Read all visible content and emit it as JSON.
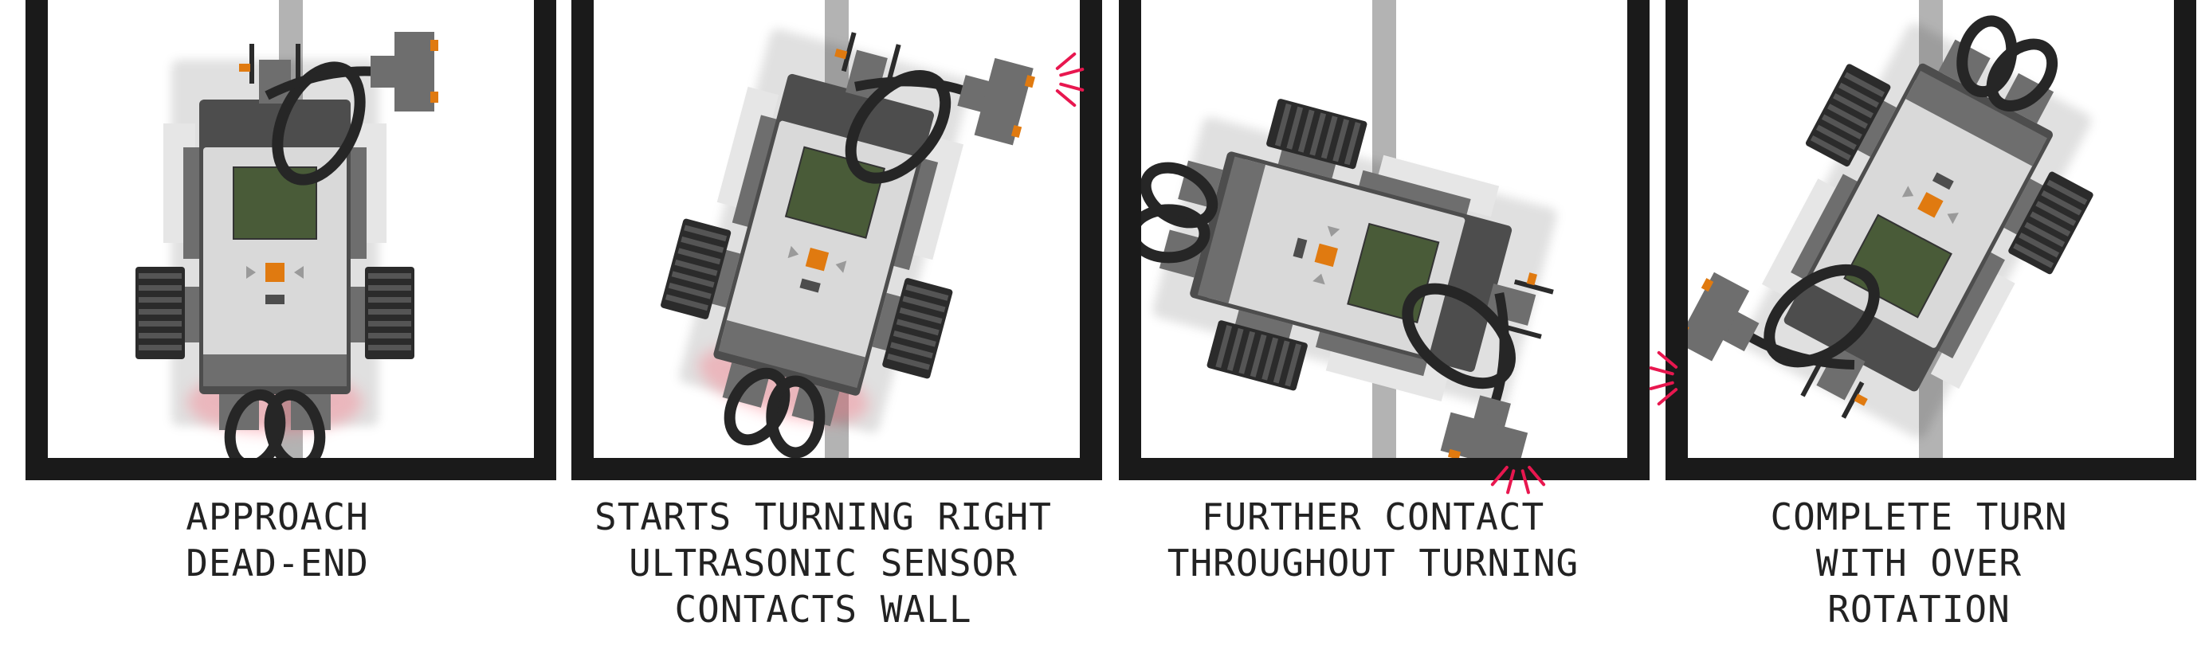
{
  "colors": {
    "frame": "#1a1a1a",
    "line": "#b3b3b3",
    "brick_body": "#d9d9d9",
    "brick_dark": "#4d4d4d",
    "brick_mid": "#6e6e6e",
    "brick_light": "#c9c9c9",
    "screen": "#495b38",
    "button": "#e07a10",
    "tire": "#2b2b2b",
    "cable": "#262626",
    "contact_glow": "#ff6b7a",
    "contact_spark": "#e8174f"
  },
  "panels": [
    {
      "id": "approach-dead-end",
      "caption_lines": [
        "APPROACH",
        "DEAD-END"
      ],
      "robot_angle_deg": 0,
      "contact": "none",
      "sparks": "none"
    },
    {
      "id": "starts-turning-right",
      "caption_lines": [
        "STARTS TURNING RIGHT",
        "ULTRASONIC SENSOR",
        "CONTACTS WALL"
      ],
      "robot_angle_deg": 15,
      "contact": "sensor-right-wall",
      "sparks": "right"
    },
    {
      "id": "further-contact",
      "caption_lines": [
        "FURTHER CONTACT",
        "THROUGHOUT TURNING"
      ],
      "robot_angle_deg": 105,
      "contact": "sensor-bottom-wall",
      "sparks": "bottom"
    },
    {
      "id": "complete-turn",
      "caption_lines": [
        "COMPLETE TURN",
        "WITH OVER",
        "ROTATION"
      ],
      "robot_angle_deg": 208,
      "contact": "sensor-left-wall",
      "sparks": "left"
    }
  ]
}
